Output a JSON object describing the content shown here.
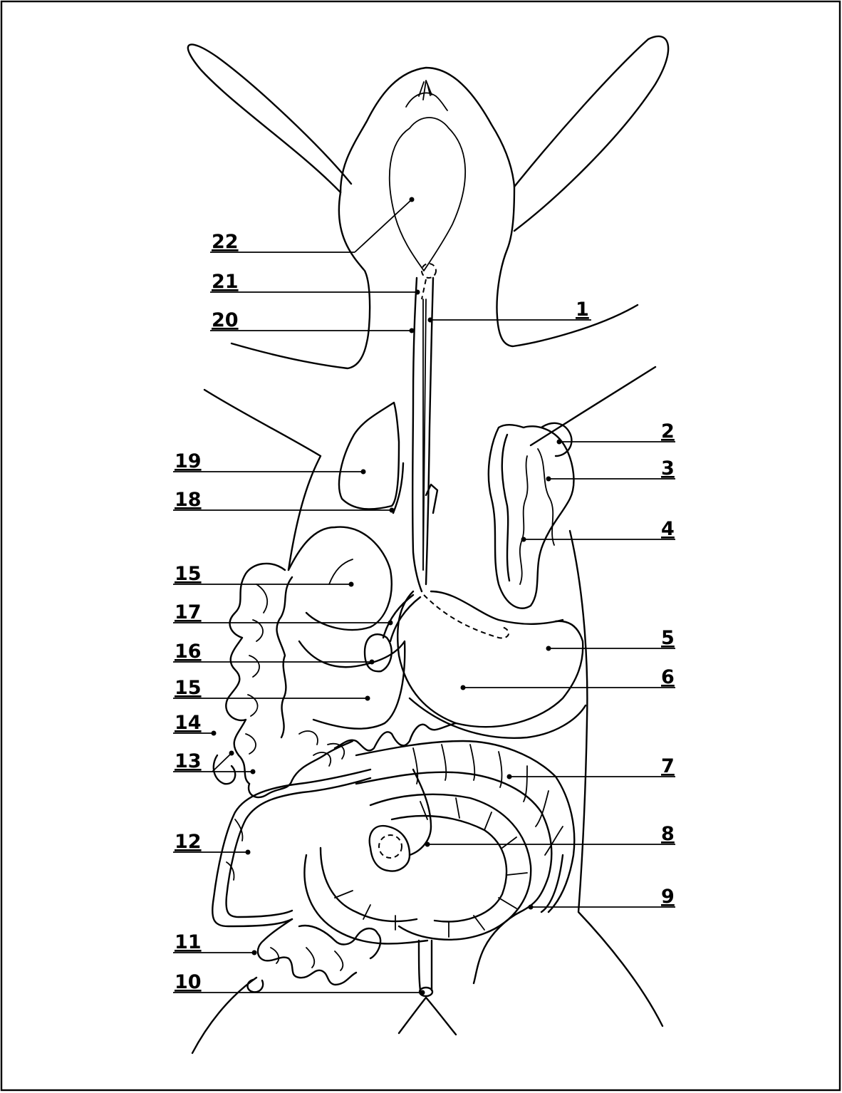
{
  "labels": {
    "l1": "1",
    "l2": "2",
    "l3": "3",
    "l4": "4",
    "l5": "5",
    "l6": "6",
    "l7": "7",
    "l8": "8",
    "l9": "9",
    "l10": "10",
    "l11": "11",
    "l12": "12",
    "l13": "13",
    "l14": "14",
    "l15a": "15",
    "l15b": "15",
    "l16": "16",
    "l17": "17",
    "l18": "18",
    "l19": "19",
    "l20": "20",
    "l21": "21",
    "l22": "22"
  }
}
